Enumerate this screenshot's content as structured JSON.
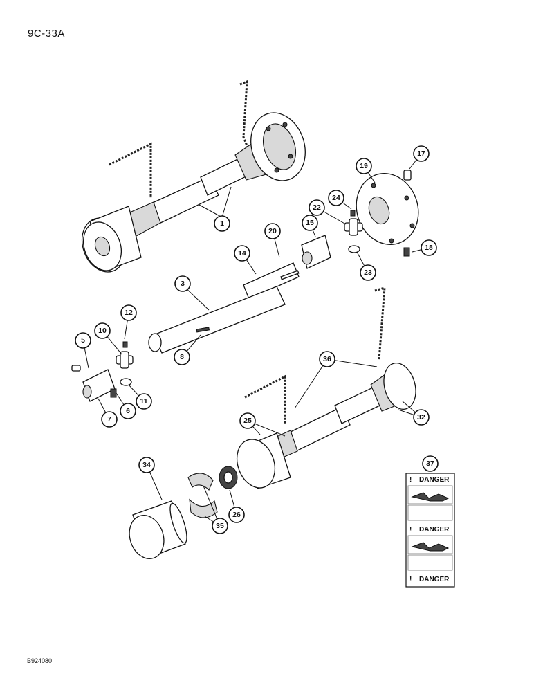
{
  "page": {
    "header": "9C-33A",
    "footer": "B924080"
  },
  "callouts": [
    {
      "id": "c1",
      "label": "1"
    },
    {
      "id": "c3",
      "label": "3"
    },
    {
      "id": "c5",
      "label": "5"
    },
    {
      "id": "c6",
      "label": "6"
    },
    {
      "id": "c7",
      "label": "7"
    },
    {
      "id": "c8",
      "label": "8"
    },
    {
      "id": "c10",
      "label": "10"
    },
    {
      "id": "c11",
      "label": "11"
    },
    {
      "id": "c12",
      "label": "12"
    },
    {
      "id": "c14",
      "label": "14"
    },
    {
      "id": "c15",
      "label": "15"
    },
    {
      "id": "c17",
      "label": "17"
    },
    {
      "id": "c18",
      "label": "18"
    },
    {
      "id": "c19",
      "label": "19"
    },
    {
      "id": "c20",
      "label": "20"
    },
    {
      "id": "c22",
      "label": "22"
    },
    {
      "id": "c23",
      "label": "23"
    },
    {
      "id": "c24",
      "label": "24"
    },
    {
      "id": "c25",
      "label": "25"
    },
    {
      "id": "c26",
      "label": "26"
    },
    {
      "id": "c32",
      "label": "32"
    },
    {
      "id": "c34",
      "label": "34"
    },
    {
      "id": "c35",
      "label": "35"
    },
    {
      "id": "c36",
      "label": "36"
    },
    {
      "id": "c37",
      "label": "37"
    }
  ],
  "decal": {
    "warning_1": "DANGER",
    "warning_2": "DANGER",
    "warning_3": "DANGER",
    "symbol": "!"
  }
}
